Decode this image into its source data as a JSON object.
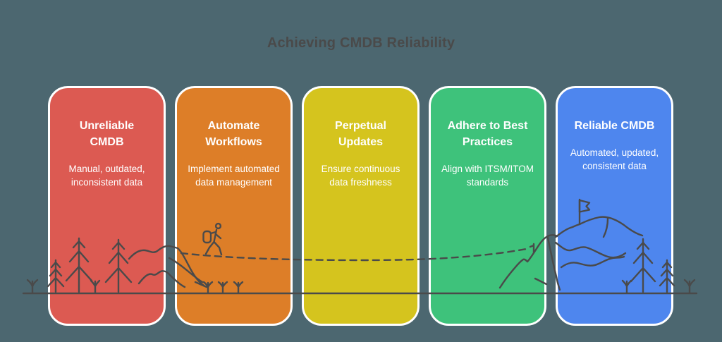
{
  "title": "Achieving CMDB Reliability",
  "theme": {
    "background": "#4C6770",
    "title_color": "#4A4A4A",
    "line_color": "#4A4A4A",
    "card_text_color": "#FFFFFF",
    "card_border": "#FFFFFF"
  },
  "cards": [
    {
      "title": "Unreliable\nCMDB",
      "subtitle": "Manual, outdated,\ninconsistent data",
      "color": "#DC5A52"
    },
    {
      "title": "Automate\nWorkflows",
      "subtitle": "Implement automated\ndata management",
      "color": "#DD7E28"
    },
    {
      "title": "Perpetual\nUpdates",
      "subtitle": "Ensure continuous\ndata freshness",
      "color": "#D5C41E"
    },
    {
      "title": "Adhere to Best\nPractices",
      "subtitle": "Align with ITSM/ITOM\nstandards",
      "color": "#3EC27B"
    },
    {
      "title": "Reliable CMDB",
      "subtitle": "Automated, updated,\nconsistent data",
      "color": "#4E86EE"
    }
  ],
  "illustration": {
    "elements": [
      "ground-line",
      "sprout-icon",
      "pine-tree-icon",
      "hill-icon",
      "mountain-icon",
      "hiker-icon",
      "trail-dashed-line",
      "trail-marker-icon",
      "flag-icon"
    ]
  }
}
